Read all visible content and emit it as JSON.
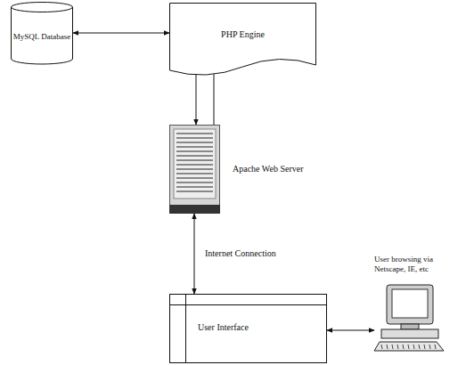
{
  "diagram": {
    "nodes": [
      {
        "text": [
          "MySQL Database"
        ]
      },
      {
        "text": [
          "PHP Engine"
        ]
      },
      {
        "text": [
          "Apache Web Server"
        ]
      },
      {
        "text": [
          "User Interface"
        ]
      },
      {
        "text": [
          "User browsing via Netscape, IE, etc"
        ]
      }
    ],
    "edges": [
      {
        "from": 0,
        "to": 1,
        "arrow": "both"
      },
      {
        "from": 1,
        "to": 2,
        "arrow": "to"
      },
      {
        "from": 2,
        "to": 1,
        "arrow": "to"
      },
      {
        "from": 2,
        "to": 3,
        "label": "Internet Connection",
        "arrow": "both"
      },
      {
        "from": 3,
        "to": 4,
        "arrow": "both"
      }
    ]
  }
}
